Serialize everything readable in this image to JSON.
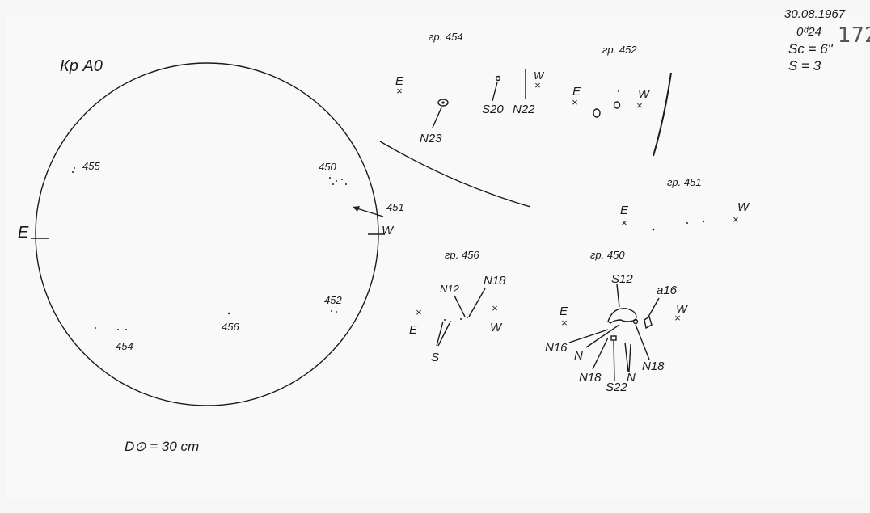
{
  "header": {
    "date": "30.08.1967",
    "time": "0ᵈ24",
    "scale": "Sc = 6\"",
    "s_value": "S = 3",
    "sheet_number": "172"
  },
  "disk": {
    "title": "Кр А0",
    "east": "E",
    "west": "W",
    "groups": [
      "455",
      "450",
      "451",
      "452",
      "456",
      "454"
    ],
    "diameter": "D⊙ = 30 cm"
  },
  "group_454": {
    "title": "гр. 454",
    "east": "E",
    "west": "W",
    "labels": [
      "N23",
      "S20",
      "N22"
    ]
  },
  "group_452": {
    "title": "гр. 452",
    "east": "E",
    "west": "W"
  },
  "group_451": {
    "title": "гр. 451",
    "east": "E",
    "west": "W"
  },
  "group_456": {
    "title": "гр. 456",
    "east": "E",
    "west": "W",
    "labels": [
      "N12",
      "N18",
      "S"
    ]
  },
  "group_450": {
    "title": "гр. 450",
    "east": "E",
    "west": "W",
    "labels": [
      "S12",
      "a16",
      "N16",
      "N",
      "N18",
      "S22",
      "N",
      "N18"
    ]
  }
}
